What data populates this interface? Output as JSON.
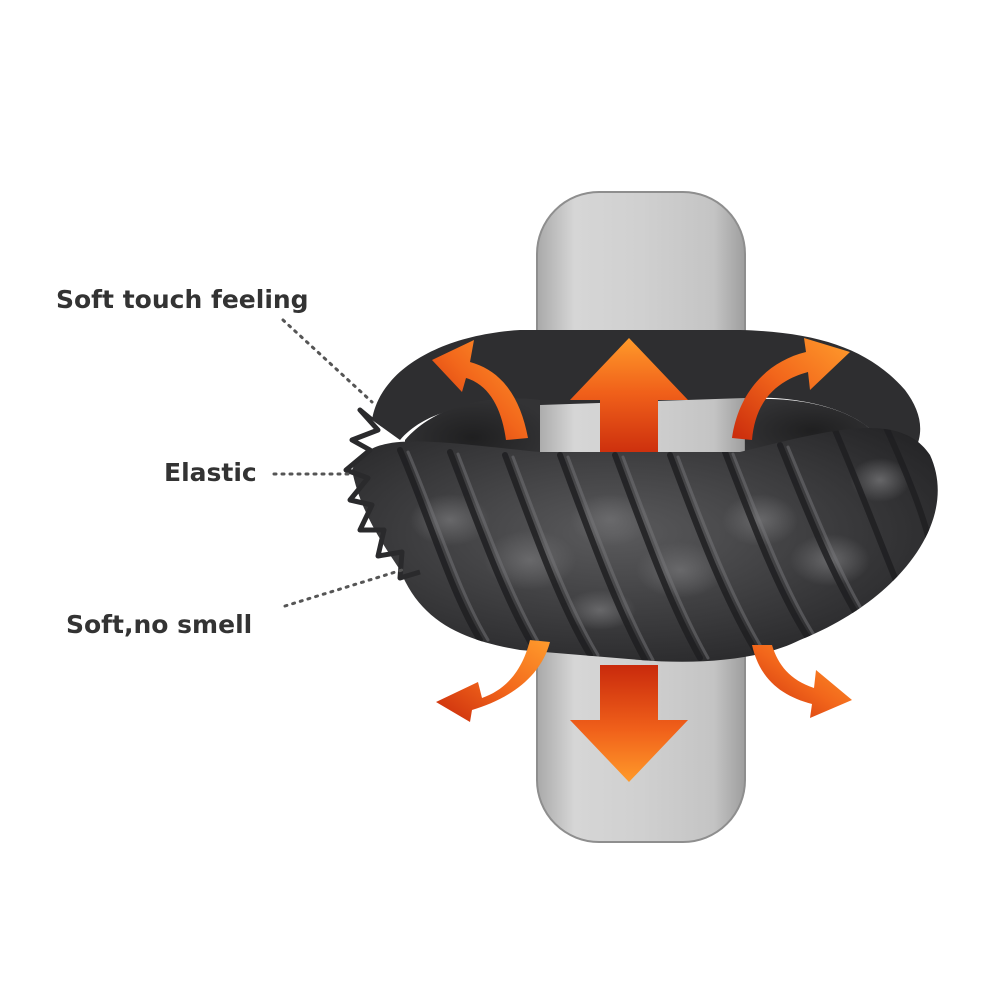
{
  "callouts": {
    "soft_touch": "Soft touch feeling",
    "elastic": "Elastic",
    "soft_no_smell": "Soft,no smell"
  },
  "illustration": {
    "subject": "textured black ring around cylinder",
    "arrow_color_light": "#ff8a1e",
    "arrow_color_dark": "#d8380f",
    "ring_color": "#3b3b3d",
    "cylinder_color": "#c9c9c9",
    "label_color": "#333333"
  }
}
